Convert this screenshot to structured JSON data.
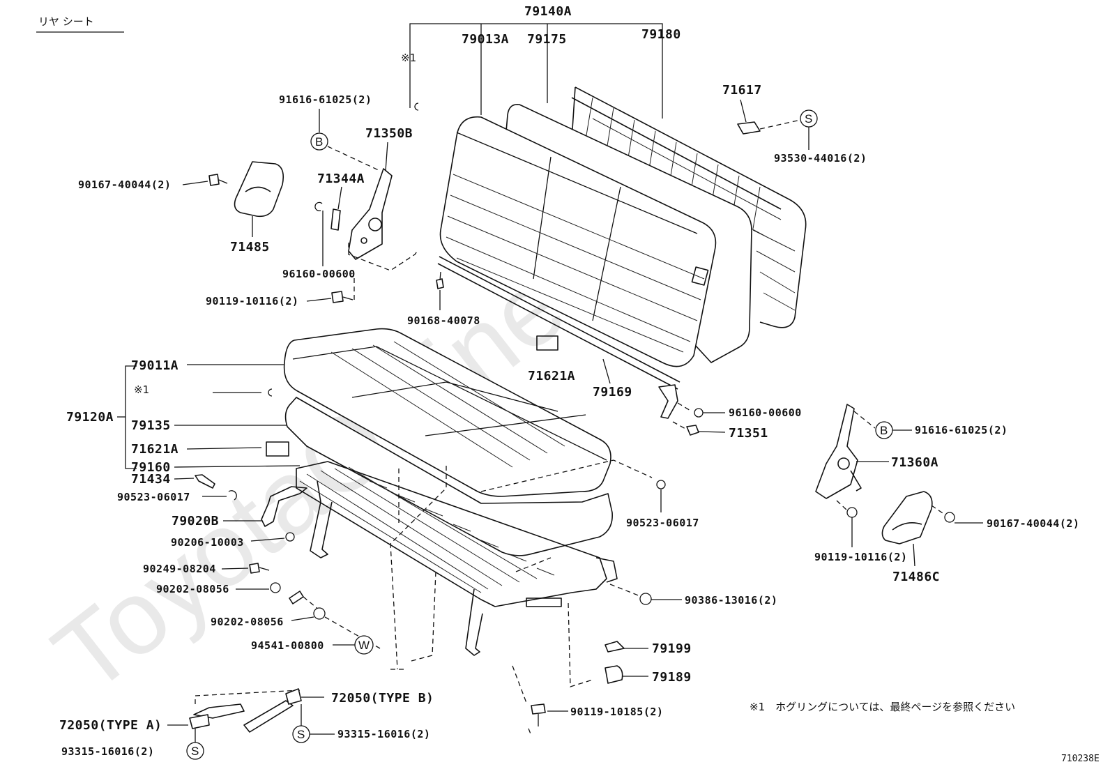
{
  "title": "リヤ シート",
  "diagram_code": "710238E",
  "watermark": "ToyotaOnline.ru",
  "footnote": "※1　ホグリングについては、最終ページを参照ください",
  "symbols": {
    "B": "B",
    "S": "S",
    "W": "W",
    "note": "※1"
  },
  "labels": {
    "p79140A": "79140A",
    "p79013A": "79013A",
    "p79175": "79175",
    "p79180": "79180",
    "p71617": "71617",
    "p93530": "93530-44016(2)",
    "p91616a": "91616-61025(2)",
    "p71350B": "71350B",
    "p90167a": "90167-40044(2)",
    "p71344A": "71344A",
    "p71485": "71485",
    "p96160a": "96160-00600",
    "p90119a": "90119-10116(2)",
    "p90168": "90168-40078",
    "p71621Aa": "71621A",
    "p79169": "79169",
    "p79011A": "79011A",
    "p79120A": "79120A",
    "p79135": "79135",
    "p71621Ab": "71621A",
    "p79160": "79160",
    "p71434": "71434",
    "p90523a": "90523-06017",
    "p79020B": "79020B",
    "p90206": "90206-10003",
    "p90249": "90249-08204",
    "p90202a": "90202-08056",
    "p90202b": "90202-08056",
    "p94541": "94541-00800",
    "p90523b": "90523-06017",
    "p96160b": "96160-00600",
    "p71351": "71351",
    "p91616b": "91616-61025(2)",
    "p71360A": "71360A",
    "p90167b": "90167-40044(2)",
    "p90119b": "90119-10116(2)",
    "p71486C": "71486C",
    "p90386": "90386-13016(2)",
    "p79199": "79199",
    "p79189": "79189",
    "p72050B": "72050(TYPE B)",
    "p72050A": "72050(TYPE A)",
    "p93315a": "93315-16016(2)",
    "p93315b": "93315-16016(2)",
    "p90119c": "90119-10185(2)"
  }
}
